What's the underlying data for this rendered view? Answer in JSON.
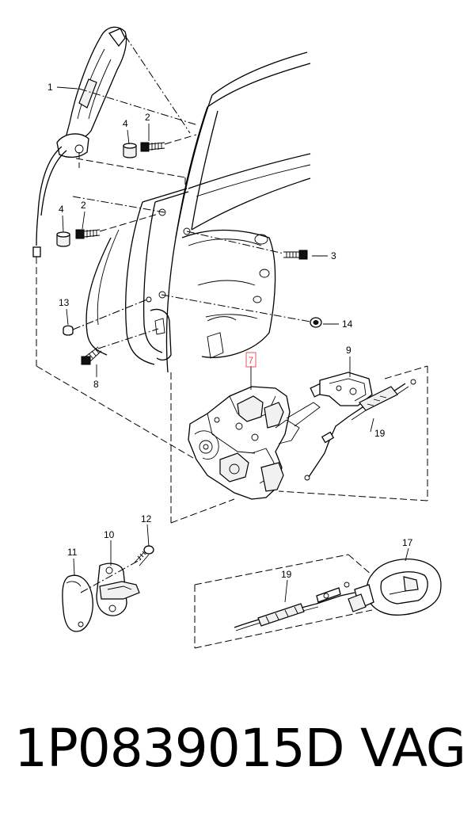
{
  "diagram": {
    "callouts": {
      "c1": "1",
      "c2a": "2",
      "c2b": "2",
      "c3": "3",
      "c4a": "4",
      "c4b": "4",
      "c7": "7",
      "c8": "8",
      "c9": "9",
      "c10": "10",
      "c11": "11",
      "c12": "12",
      "c13": "13",
      "c14": "14",
      "c17": "17",
      "c19a": "19",
      "c19b": "19"
    },
    "highlighted_callout": "7",
    "highlight_color": "#e05a5a"
  },
  "footer": {
    "part_number": "1P0839015D",
    "brand": "VAG"
  }
}
